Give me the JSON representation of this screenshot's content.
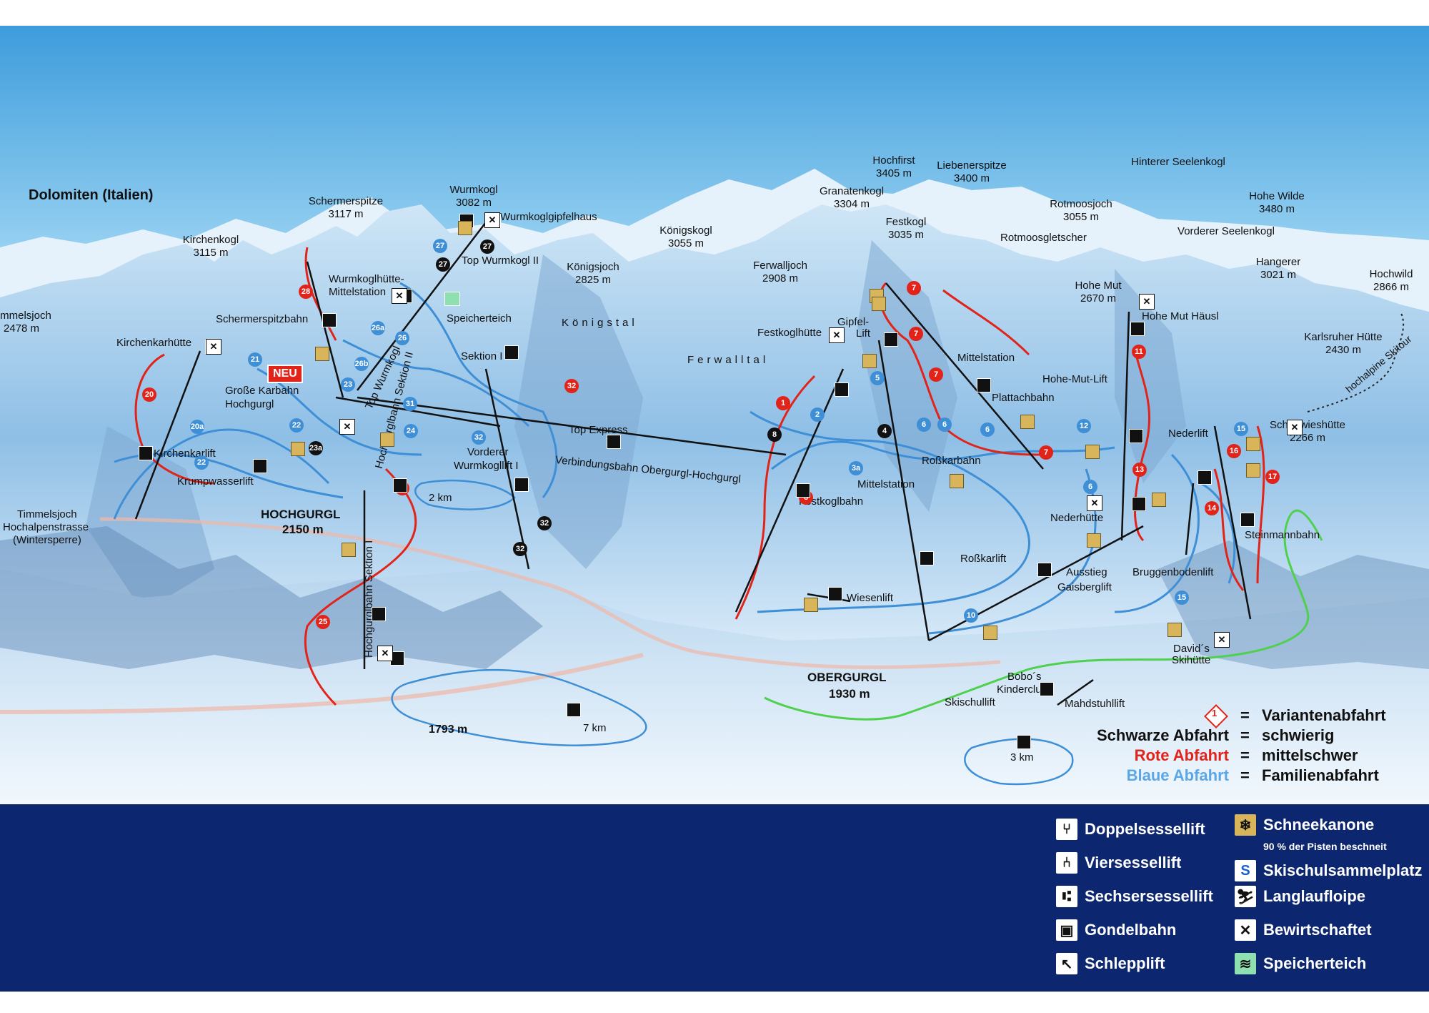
{
  "region": "Dolomiten (Italien)",
  "peaks": [
    {
      "name": "Timmelsjoch",
      "elev": "2478 m"
    },
    {
      "name": "Kirchenkogl",
      "elev": "3115 m"
    },
    {
      "name": "Schermerspitze",
      "elev": "3117 m"
    },
    {
      "name": "Wurmkogl",
      "elev": "3082 m"
    },
    {
      "name": "Königskogl",
      "elev": "3055 m"
    },
    {
      "name": "Königsjoch",
      "elev": "2825 m"
    },
    {
      "name": "Ferwalljoch",
      "elev": "2908 m"
    },
    {
      "name": "Granatenkogl",
      "elev": "3304 m"
    },
    {
      "name": "Hochfirst",
      "elev": "3405 m"
    },
    {
      "name": "Liebenerspitze",
      "elev": "3400 m"
    },
    {
      "name": "Festkogl",
      "elev": "3035 m"
    },
    {
      "name": "Rotmoosjoch",
      "elev": "3055 m"
    },
    {
      "name": "Hinterer Seelenkogl",
      "elev": ""
    },
    {
      "name": "Hohe Wilde",
      "elev": "3480 m"
    },
    {
      "name": "Vorderer Seelenkogl",
      "elev": ""
    },
    {
      "name": "Hangerer",
      "elev": "3021 m"
    },
    {
      "name": "Hochwild",
      "elev": "2866 m"
    },
    {
      "name": "Hohe Mut",
      "elev": "2670 m"
    },
    {
      "name": "Karlsruher Hütte",
      "elev": "2430 m"
    },
    {
      "name": "Schönwieshütte",
      "elev": "2266 m"
    }
  ],
  "labels": {
    "rotmoosgletscher": "Rotmoosgletscher",
    "koenigstal": "Königstal",
    "ferwalltal": "Ferwalltal",
    "hochgurgl_name": "HOCHGURGL",
    "hochgurgl_elev": "2150 m",
    "obergurgl_name": "OBERGURGL",
    "obergurgl_elev": "1930 m",
    "valley_elev": "1793 m",
    "timmelsjoch_road": "Timmelsjoch",
    "timmelsjoch_road2": "Hochalpenstrasse",
    "timmelsjoch_road3": "(Wintersperre)",
    "neu": "NEU",
    "km2": "2 km",
    "km7": "7 km",
    "km3": "3 km",
    "hochalpine": "hochalpine Skitour"
  },
  "lifts": {
    "wurmkoglgipfelhaus": "Wurmkoglgipfelhaus",
    "top_wurmkogl_ii": "Top Wurmkogl II",
    "wurmkoglhuette": "Wurmkoglhütte-",
    "mittelstation": "Mittelstation",
    "speicherteich": "Speicherteich",
    "schermerspitzbahn": "Schermerspitzbahn",
    "kirchenkarhuette": "Kirchenkarhütte",
    "grosse_karbahn": "Große Karbahn",
    "hochgurgl_lbl": "Hochgurgl",
    "kirchenkarlift": "Kirchenkarlift",
    "krumpwasserlift": "Krumpwasserlift",
    "top_wurmkogl_i": "Top Wurmkogl I",
    "hochgurglbahn_ii": "Hochgurglbahn Sektion II",
    "hochgurglbahn_i": "Hochgurglbahn Sektion I",
    "sektion_i": "Sektion I",
    "vorderer_wurmkogllift": "Vorderer",
    "vorderer_wurmkogllift2": "Wurmkogllift I",
    "top_express": "Top Express",
    "verbindungsbahn": "Verbindungsbahn Obergurgl-Hochgurgl",
    "festkoglhuette": "Festkoglhütte",
    "gipfel_lift": "Gipfel-",
    "gipfel_lift2": "Lift",
    "festkoglbahn": "Festkoglbahn",
    "mittelstation2": "Mittelstation",
    "mittelstation3": "Mittelstation",
    "plattachbahn": "Plattachbahn",
    "rosskarbahn": "Roßkarbahn",
    "rosskarlift": "Roßkarlift",
    "hohe_mut_haeusl": "Hohe Mut Häusl",
    "hohe_mut_lift": "Hohe-Mut-Lift",
    "nederlift": "Nederlift",
    "nederhuette": "Nederhütte",
    "ausstieg": "Ausstieg",
    "gaisberglift": "Gaisberglift",
    "bruggenbodenlift": "Bruggenbodenlift",
    "steinmannbahn": "Steinmannbahn",
    "wiesenlift": "Wiesenlift",
    "davids": "David´s",
    "skihuette": "Skihütte",
    "bobos": "Bobo´s",
    "kinderclub": "Kinderclub",
    "skischullift": "Skischullift",
    "mahdstuhllift": "Mahdstuhllift"
  },
  "piste_numbers": [
    "20",
    "20a",
    "21",
    "22",
    "22",
    "23",
    "23a",
    "24",
    "25",
    "25",
    "26",
    "26a",
    "26b",
    "27",
    "27",
    "27",
    "28",
    "31",
    "32",
    "32",
    "32",
    "32",
    "1",
    "2",
    "3",
    "3a",
    "4",
    "5",
    "6",
    "6",
    "6",
    "6",
    "7",
    "7",
    "7",
    "7",
    "8",
    "10",
    "11",
    "12",
    "13",
    "14",
    "15",
    "15",
    "16",
    "17"
  ],
  "difficulty_legend": {
    "variante_sym": "1",
    "variante_eq": "=",
    "variante": "Variantenabfahrt",
    "black_label": "Schwarze Abfahrt",
    "black_meaning": "schwierig",
    "red_label": "Rote Abfahrt",
    "red_meaning": "mittelschwer",
    "blue_label": "Blaue Abfahrt",
    "blue_meaning": "Familienabfahrt",
    "eq": "="
  },
  "key": {
    "doppel": "Doppelsessellift",
    "vierer": "Viersessellift",
    "sechser": "Sechsersessellift",
    "gondel": "Gondelbahn",
    "schlepp": "Schlepplift",
    "schnee": "Schneekanone",
    "schnee_sub": "90 % der Pisten beschneit",
    "schule": "Skischulsammelplatz",
    "langlauf": "Langlaufloipe",
    "bewirt": "Bewirtschaftet",
    "speicher": "Speicherteich"
  },
  "colors": {
    "black": "#111111",
    "red": "#e2231a",
    "blue": "#3e8fd6",
    "green": "#4fd04f",
    "panel": "#0d2670",
    "sky": "#4aa6e0"
  }
}
